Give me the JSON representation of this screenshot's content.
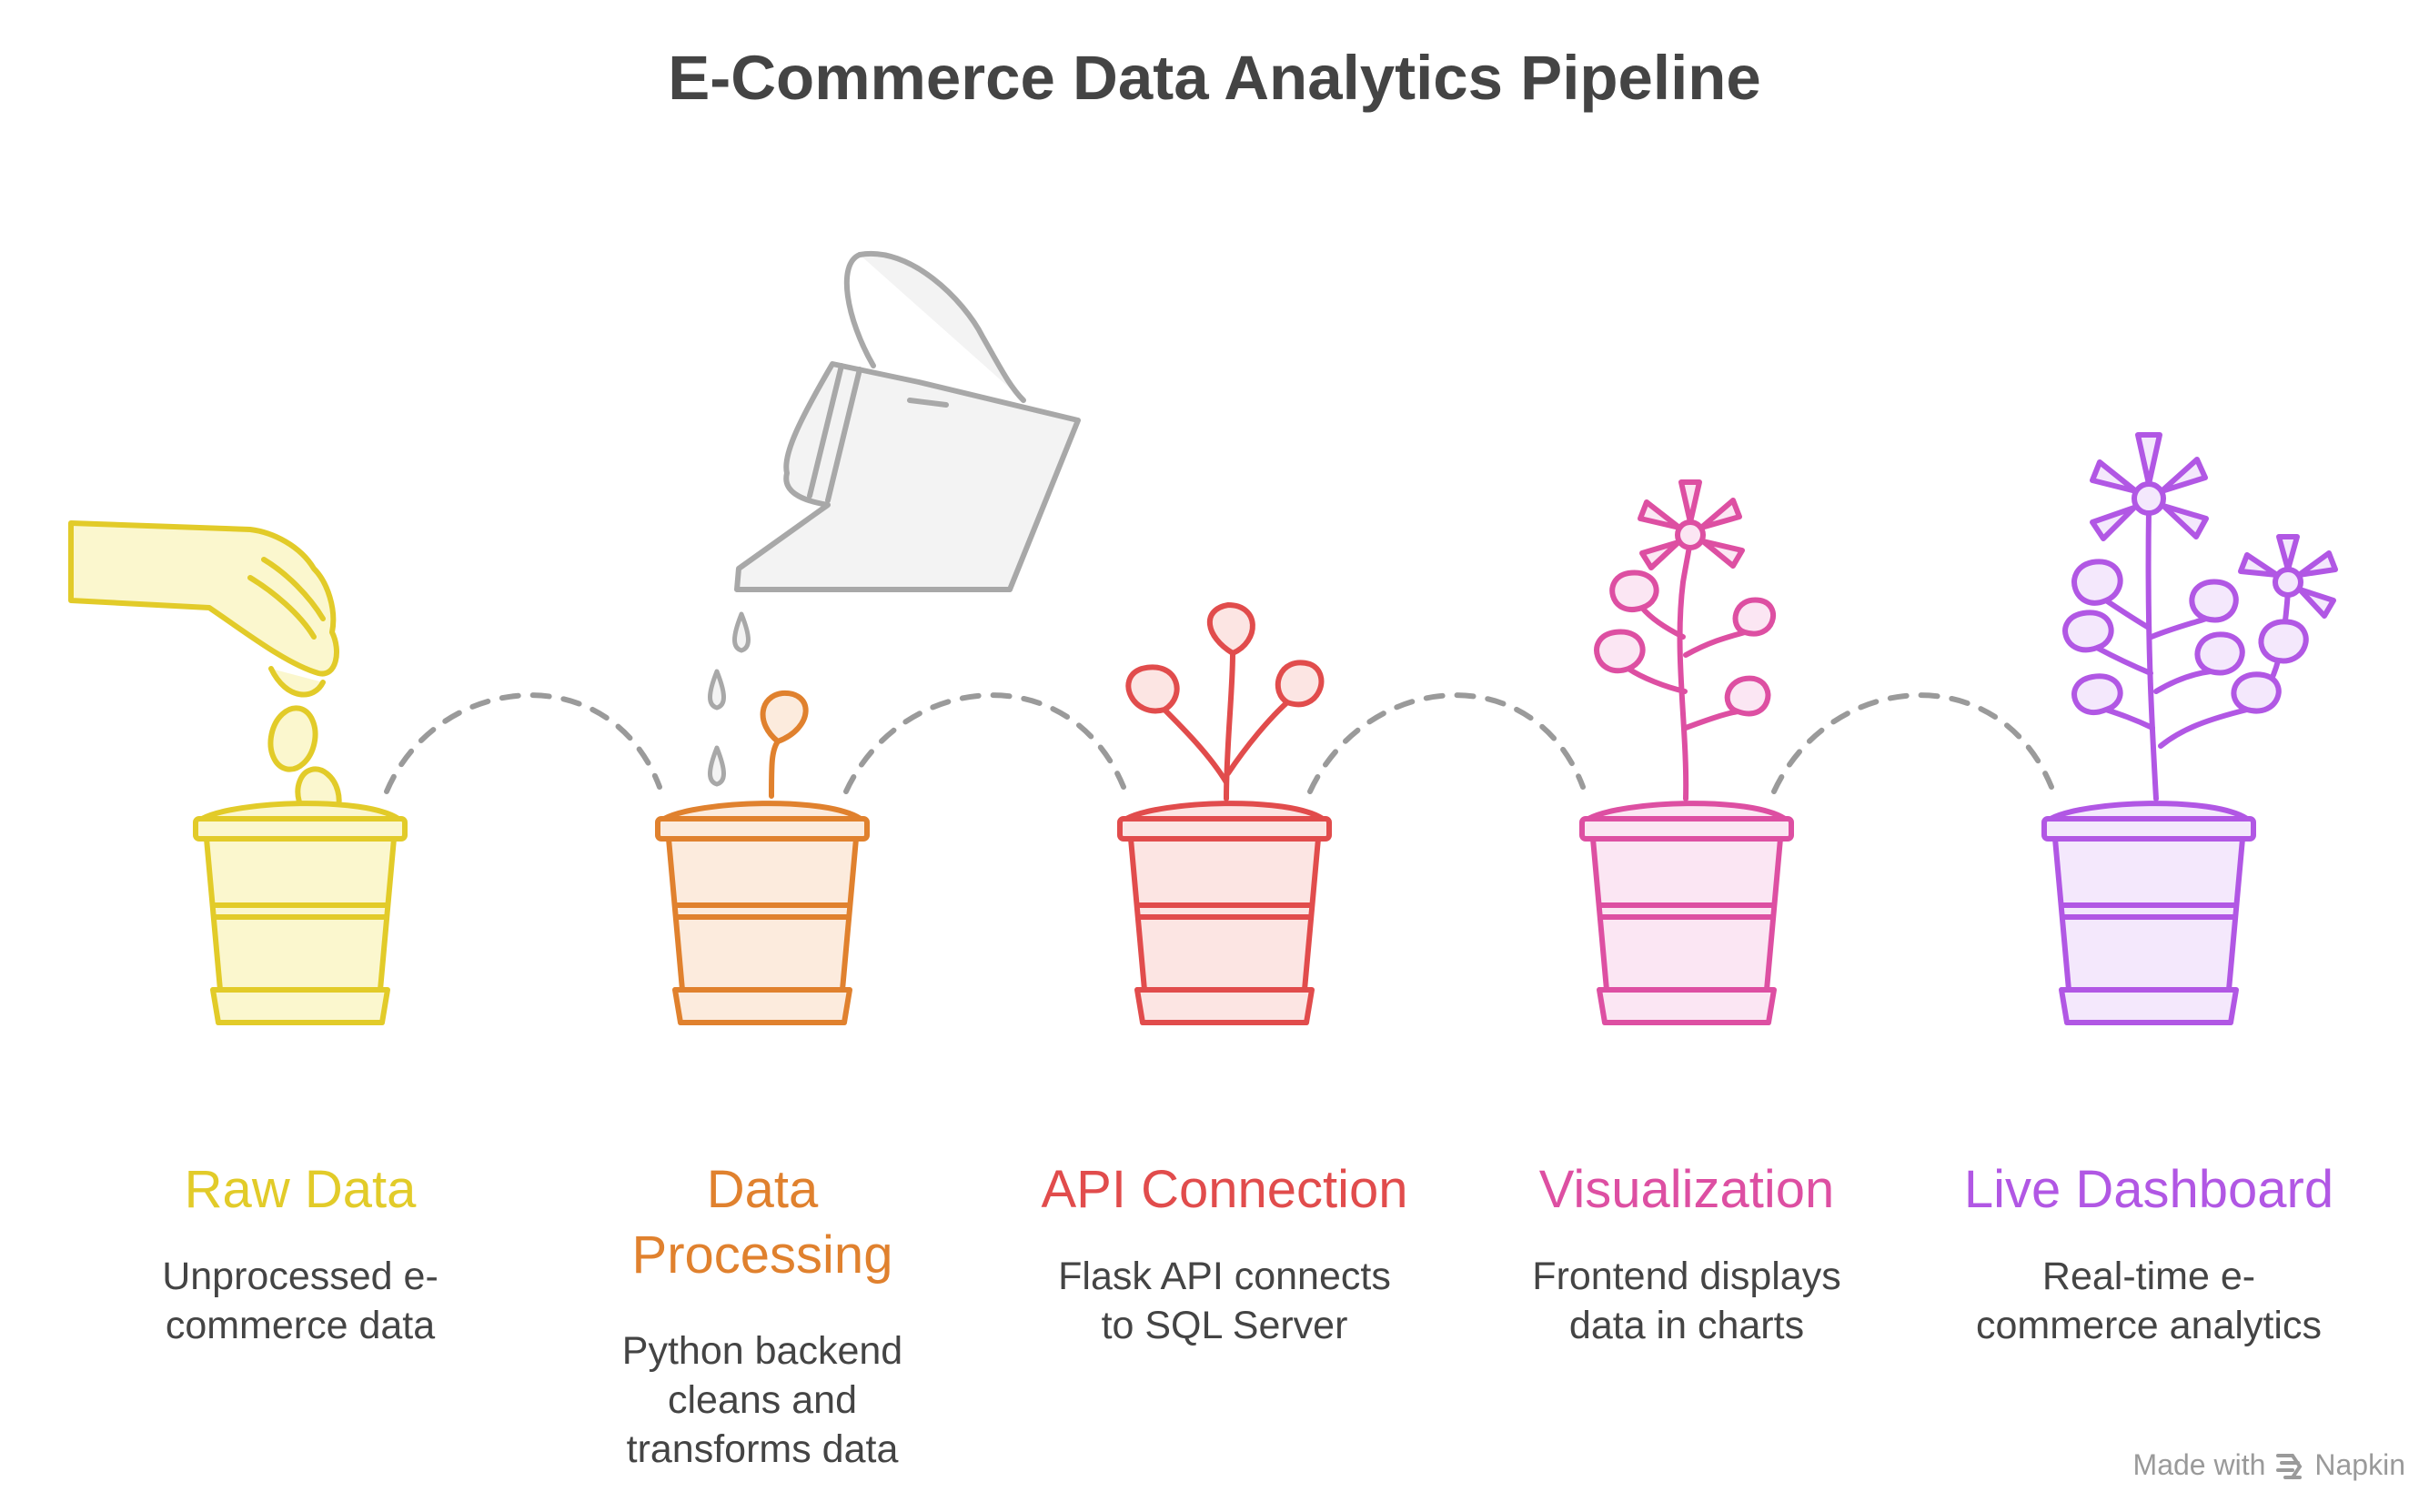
{
  "title": "E-Commerce Data Analytics Pipeline",
  "stages": [
    {
      "title": "Raw Data",
      "description": "Unprocessed e-\ncommerce data",
      "color": "#E2CB29",
      "fill": "#FBF7CE"
    },
    {
      "title": "Data\nProcessing",
      "description": "Python backend\ncleans and\ntransforms data",
      "color": "#E0812E",
      "fill": "#FCEBDD"
    },
    {
      "title": "API Connection",
      "description": "Flask API connects\nto SQL Server",
      "color": "#E14C4C",
      "fill": "#FCE5E3"
    },
    {
      "title": "Visualization",
      "description": "Frontend displays\ndata in charts",
      "color": "#DD4FA2",
      "fill": "#FBE6F3"
    },
    {
      "title": "Live Dashboard",
      "description": "Real-time e-\ncommerce analytics",
      "color": "#B157E4",
      "fill": "#F4E8FC"
    }
  ],
  "credit": {
    "made_with": "Made with",
    "brand": "Napkin"
  },
  "colors": {
    "title": "#444444",
    "connector": "#9A9A9A",
    "can": "#A8A8A8"
  },
  "icons": [
    "hand-icon",
    "watering-can-icon",
    "flower-pot-icon",
    "sprout-icon",
    "plant-icon",
    "flower-icon",
    "napkin-logo-icon"
  ]
}
